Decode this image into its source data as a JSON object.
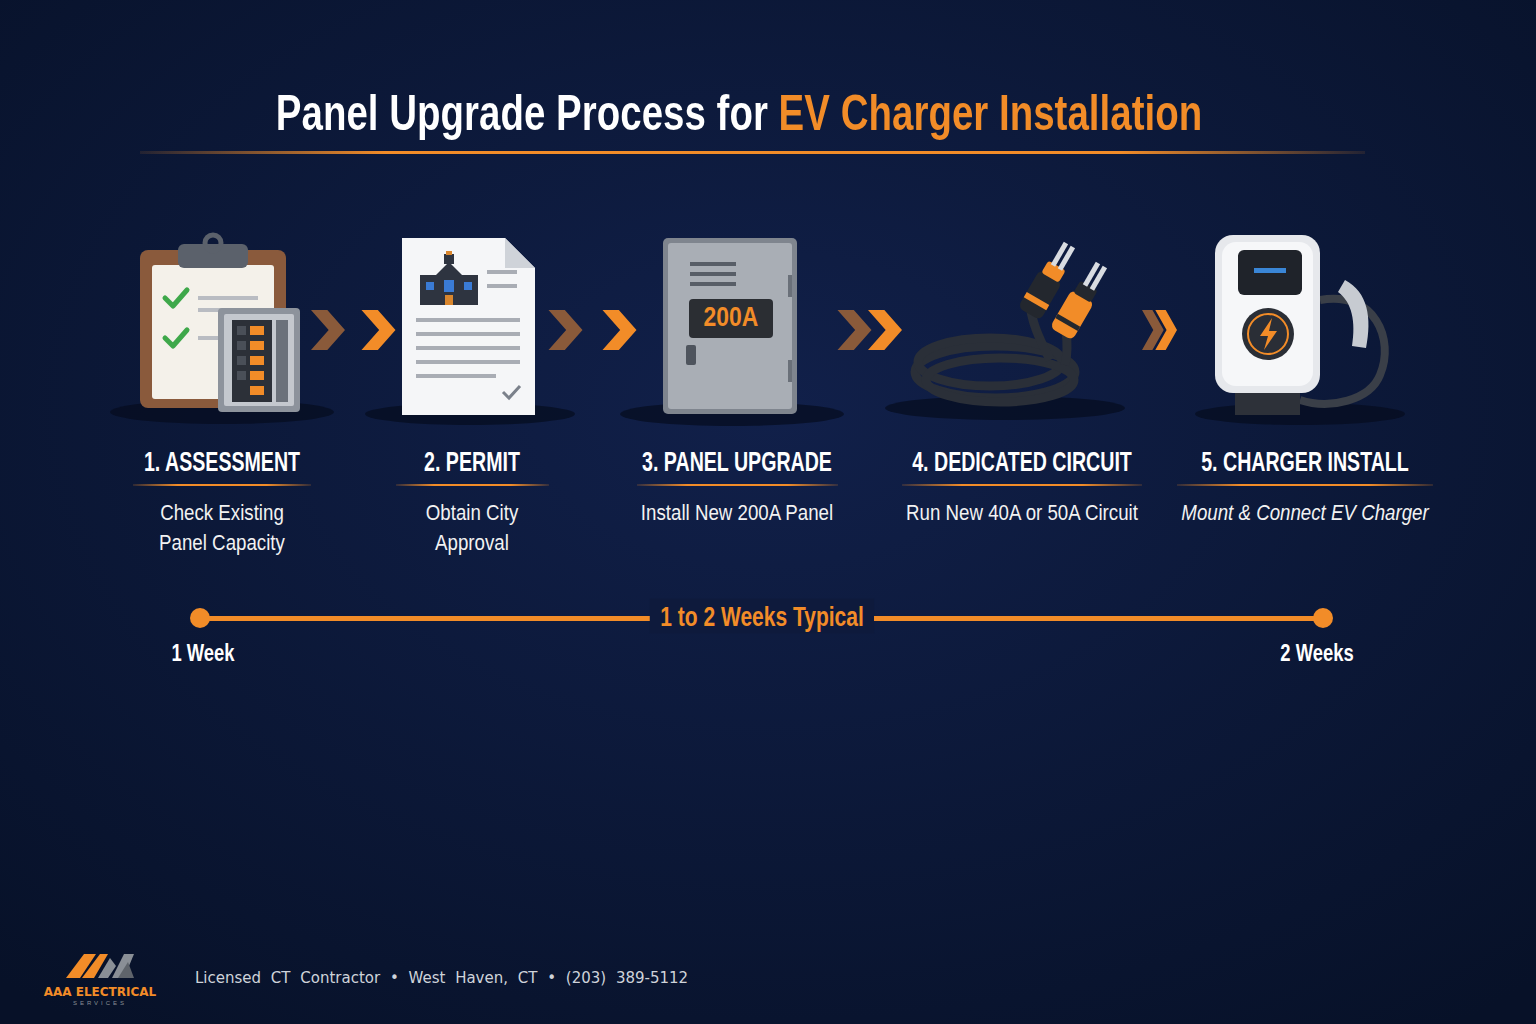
{
  "diagram": {
    "title": "Panel Upgrade Process for EV Charger Installation",
    "nodes": [
      {
        "text": [
          "1. ASSESSMENT",
          "Check Existing Panel Capacity"
        ]
      },
      {
        "text": [
          "2. PERMIT",
          "Obtain City Approval"
        ]
      },
      {
        "text": [
          "3. PANEL UPGRADE",
          "Install New 200A Panel"
        ]
      },
      {
        "text": [
          "4. DEDICATED CIRCUIT",
          "Run New 40A or 50A Circuit"
        ]
      },
      {
        "text": [
          "5. CHARGER INSTALL",
          "Mount & Connect EV Charger"
        ]
      }
    ],
    "edges": [
      {
        "from": 0,
        "to": 1,
        "arrow": "to"
      },
      {
        "from": 1,
        "to": 2,
        "arrow": "to"
      },
      {
        "from": 2,
        "to": 3,
        "arrow": "to"
      },
      {
        "from": 3,
        "to": 4,
        "arrow": "to"
      }
    ],
    "labels": [
      "200A",
      "1 to 2 Weeks Typical",
      "1 Week",
      "2 Weeks",
      "AAA ELECTRICAL",
      "SERVICES",
      "Licensed CT Contractor • West Haven, CT • (203) 389-5112"
    ]
  }
}
